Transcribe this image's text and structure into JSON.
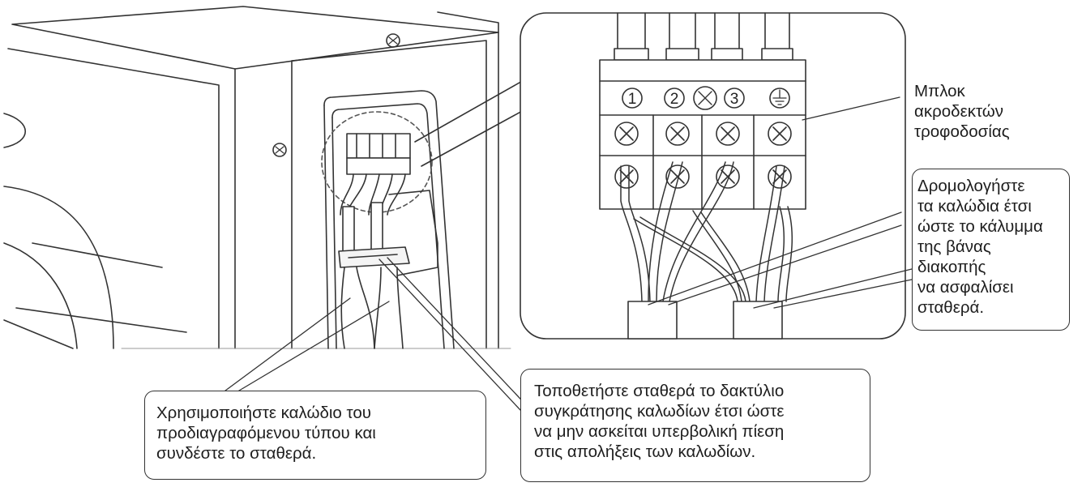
{
  "labels": {
    "terminal_block": "Μπλοκ\nακροδεκτών\nτροφοδοσίας",
    "route_wires": "Δρομολογήστε\nτα καλώδια έτσι\nώστε το κάλυμμα\nτης βάνας\nδιακοπής\nνα ασφαλίσει\nσταθερά.",
    "use_cable": "Χρησιμοποιήστε καλώδιο του\nπροδιαγραφόμενου τύπου και\nσυνδέστε το σταθερά.",
    "clamp_ring": "Τοποθετήστε σταθερά το δακτύλιο\nσυγκράτησης καλωδίων έτσι ώστε\nνα μην ασκείται υπερβολική πίεση\nστις απολήξεις των καλωδίων."
  },
  "terminals": [
    "1",
    "2",
    "3"
  ],
  "colors": {
    "line": "#333333",
    "background": "#ffffff",
    "fill_light": "#f4f4f4"
  }
}
